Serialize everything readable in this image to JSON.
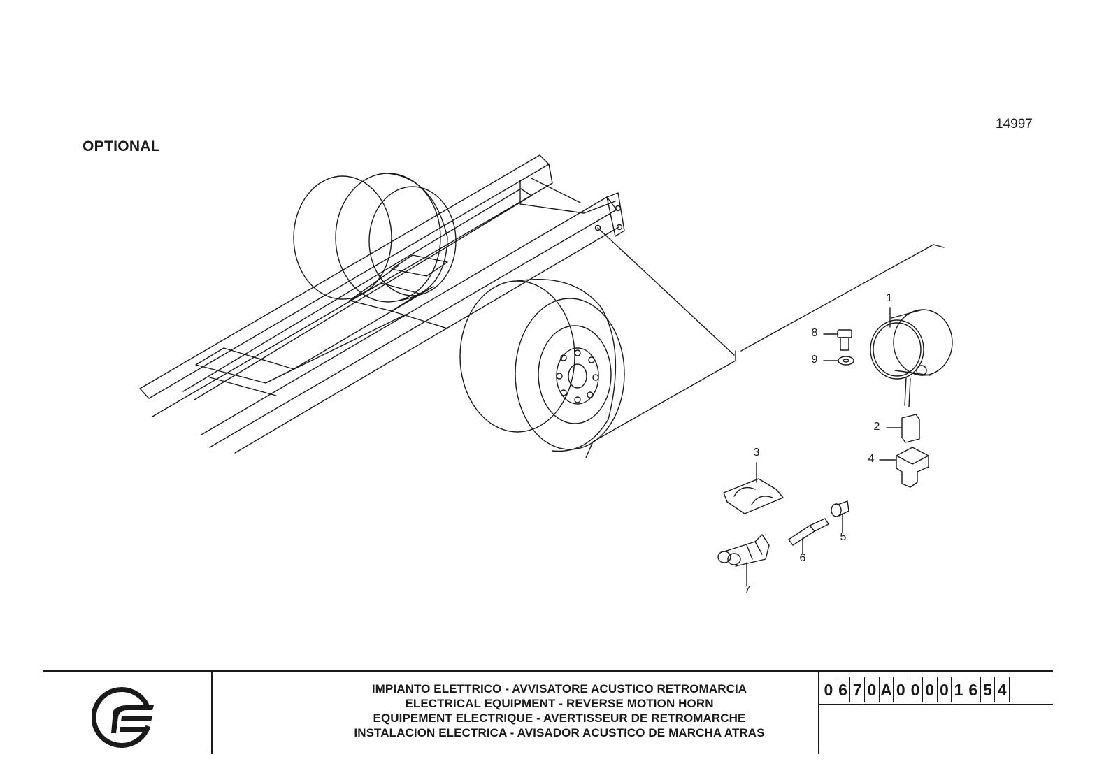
{
  "header": {
    "optional_label": "OPTIONAL",
    "drawing_number": "14997"
  },
  "callouts": [
    {
      "label": "1"
    },
    {
      "label": "2"
    },
    {
      "label": "3"
    },
    {
      "label": "4"
    },
    {
      "label": "5"
    },
    {
      "label": "6"
    },
    {
      "label": "7"
    },
    {
      "label": "8"
    },
    {
      "label": "9"
    }
  ],
  "title_block": {
    "titles": [
      "IMPIANTO ELETTRICO - AVVISATORE ACUSTICO RETROMARCIA",
      "ELECTRICAL EQUIPMENT - REVERSE MOTION HORN",
      "EQUIPEMENT ELECTRIQUE - AVERTISSEUR DE RETROMARCHE",
      "INSTALACION ELECTRICA - AVISADOR ACUSTICO DE MARCHA ATRAS"
    ],
    "code_chars": [
      "0",
      "6",
      "7",
      "0",
      "A",
      "0",
      "0",
      "0",
      "0",
      "1",
      "6",
      "5",
      "4"
    ]
  },
  "colors": {
    "line": "#1a1a1a",
    "background": "#ffffff"
  }
}
